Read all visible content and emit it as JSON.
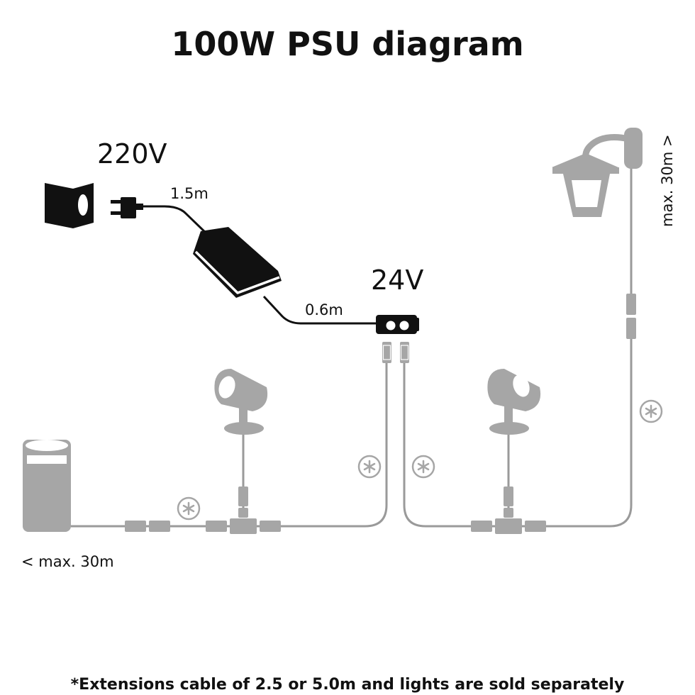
{
  "title": "100W PSU diagram",
  "labels": {
    "mains_voltage": "220V",
    "low_voltage": "24V",
    "cable_mains": "1.5m",
    "cable_low": "0.6m",
    "max_left": "< max. 30m",
    "max_right": "max. 30m >"
  },
  "footnote": "*Extensions cable of 2.5 or 5.0m and lights are sold separately",
  "colors": {
    "dark_device": "#111111",
    "grey_lamp": "#a6a6a6",
    "grey_cable": "#9a9a9a"
  },
  "icons": [
    "wall-socket-icon",
    "plug-icon",
    "psu-icon",
    "splitter-icon",
    "bollard-light-icon",
    "spot-light-icon",
    "wall-lantern-icon",
    "asterisk-icon"
  ]
}
